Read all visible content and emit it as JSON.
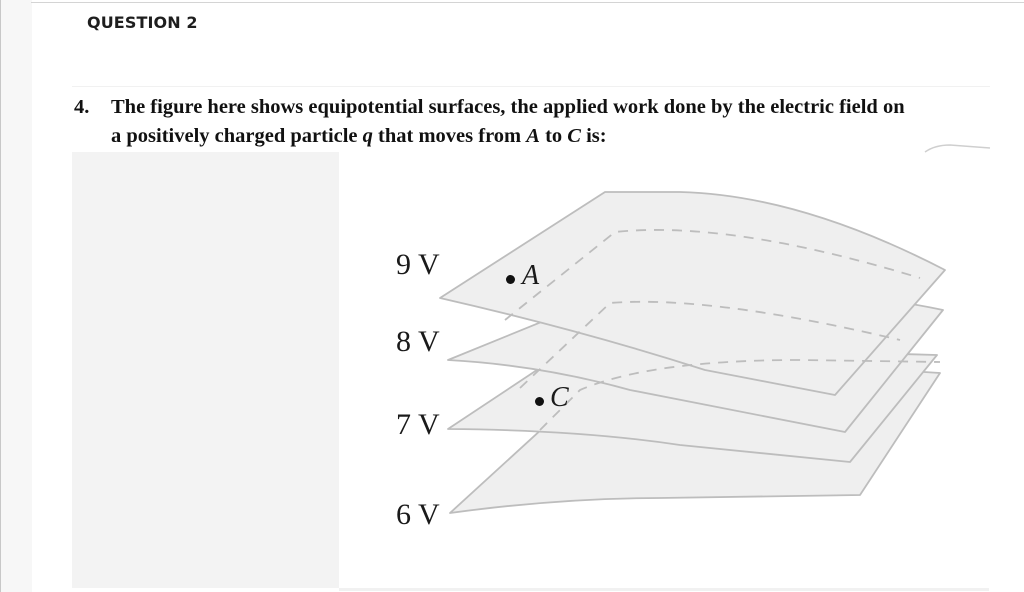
{
  "page": {
    "question_heading": "QUESTION 2"
  },
  "question": {
    "number": "4.",
    "line1": "The figure here shows equipotential surfaces, the applied work done by the electric field on",
    "line2_pre": "a positively charged particle ",
    "line2_q": "q",
    "line2_mid": " that moves from ",
    "line2_a": "A",
    "line2_to": " to ",
    "line2_c": "C",
    "line2_end": " is:"
  },
  "figure": {
    "surfaces": [
      {
        "label": "9 V"
      },
      {
        "label": "8 V"
      },
      {
        "label": "7 V"
      },
      {
        "label": "6 V"
      }
    ],
    "points": [
      {
        "name": "A",
        "surface": "9 V"
      },
      {
        "name": "C",
        "surface": "7 V"
      }
    ],
    "surface_fill": "#efefef",
    "surface_stroke": "#bdbdbd"
  }
}
